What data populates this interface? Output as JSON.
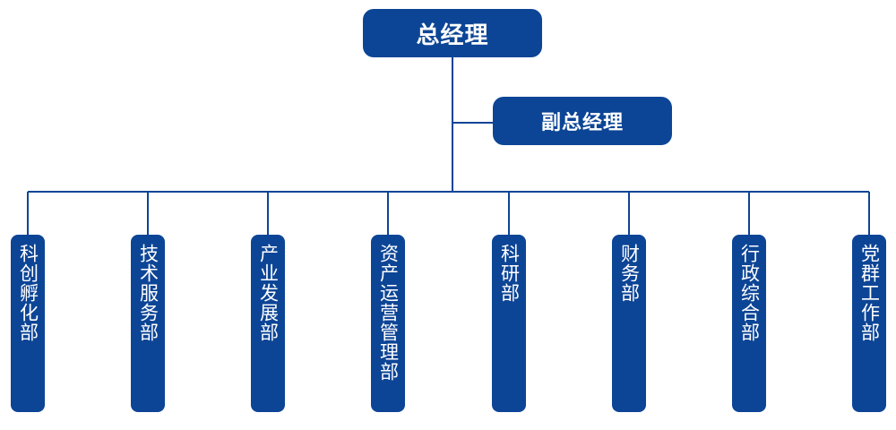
{
  "org": {
    "top": "总经理",
    "deputy": "副总经理",
    "departments": [
      "科创孵化部",
      "技术服务部",
      "产业发展部",
      "资产运营管理部",
      "科研部",
      "财务部",
      "行政综合部",
      "党群工作部"
    ]
  },
  "colors": {
    "box": "#0d4596",
    "line": "#0d4596",
    "text": "#ffffff"
  }
}
